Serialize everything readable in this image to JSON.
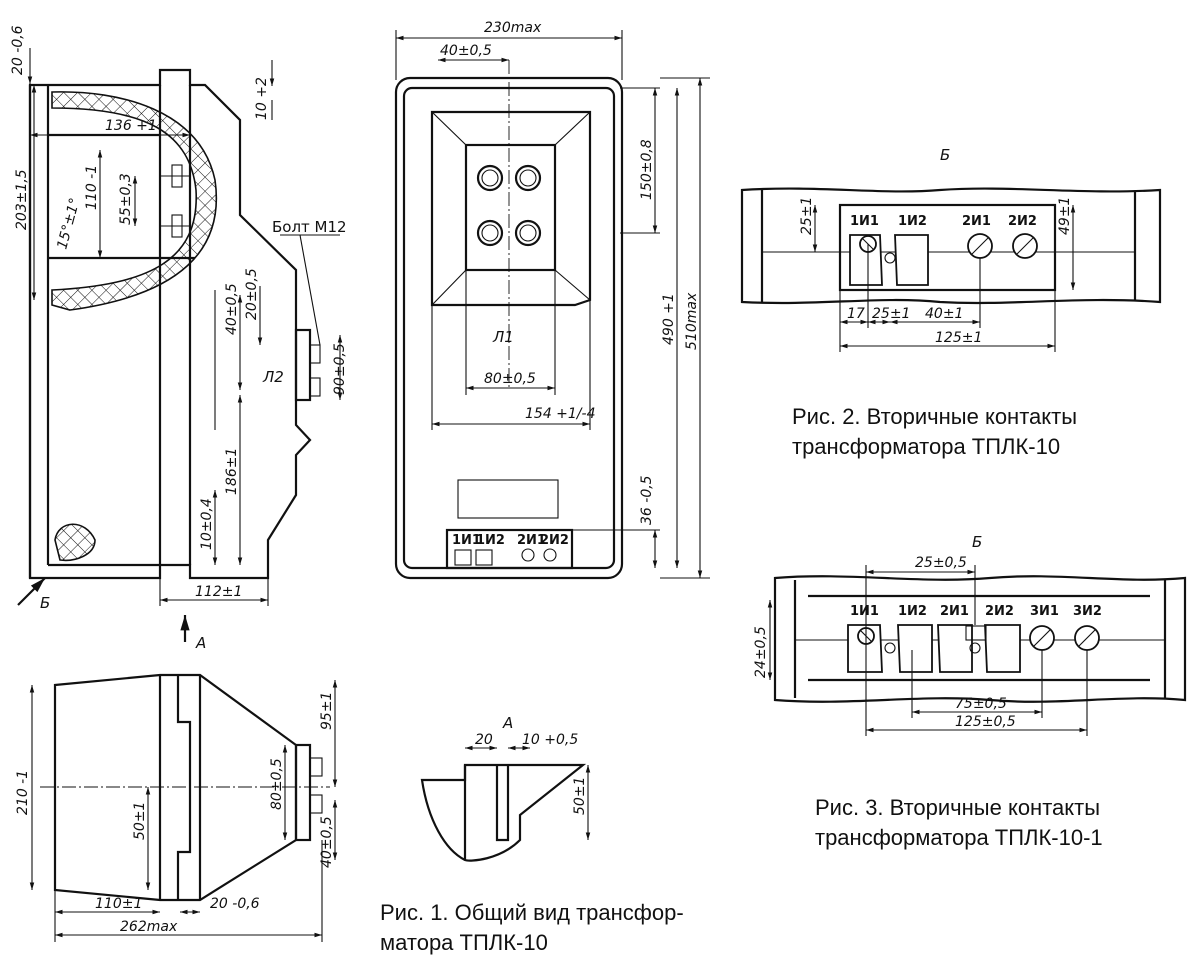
{
  "fig1": {
    "side": {
      "dims": [
        "20 -0,6",
        "10 +2",
        "136 +1",
        "203±1,5",
        "110 -1",
        "55±0,3",
        "15°±1°",
        "Болт М12",
        "20±0,5",
        "40±0,5",
        "90±0,5",
        "186±1",
        "10±0,4",
        "112±1"
      ],
      "labels": [
        "Л2",
        "Б",
        "А"
      ]
    },
    "front": {
      "dims": [
        "230max",
        "40±0,5",
        "150±0,8",
        "490 +1",
        "510max",
        "80±0,5",
        "154 +1/-4",
        "36 -0,5"
      ],
      "labels": [
        "Л1"
      ],
      "terminals": [
        "1И1",
        "1И2",
        "2И1",
        "2И2"
      ]
    },
    "top": {
      "dims": [
        "95±1",
        "210 -1",
        "80±0,5",
        "50±1",
        "40±0,5",
        "110±1",
        "20 -0,6",
        "262max"
      ]
    },
    "view_a": {
      "title": "А",
      "dims": [
        "20",
        "10 +0,5",
        "50±1"
      ]
    },
    "caption_line1": "Рис. 1. Общий вид трансфор-",
    "caption_line2": "матора ТПЛК-10"
  },
  "fig2": {
    "title": "Б",
    "terminals": [
      "1И1",
      "1И2",
      "2И1",
      "2И2"
    ],
    "dims": [
      "25±1",
      "49±1",
      "17",
      "25±1",
      "40±1",
      "125±1"
    ],
    "caption_line1": "Рис. 2. Вторичные контакты",
    "caption_line2": "трансформатора ТПЛК-10"
  },
  "fig3": {
    "title": "Б",
    "terminals": [
      "1И1",
      "1И2",
      "2И1",
      "2И2",
      "3И1",
      "3И2"
    ],
    "dims": [
      "25±0,5",
      "24±0,5",
      "75±0,5",
      "125±0,5"
    ],
    "caption_line1": "Рис. 3. Вторичные контакты",
    "caption_line2": "трансформатора ТПЛК-10-1"
  }
}
